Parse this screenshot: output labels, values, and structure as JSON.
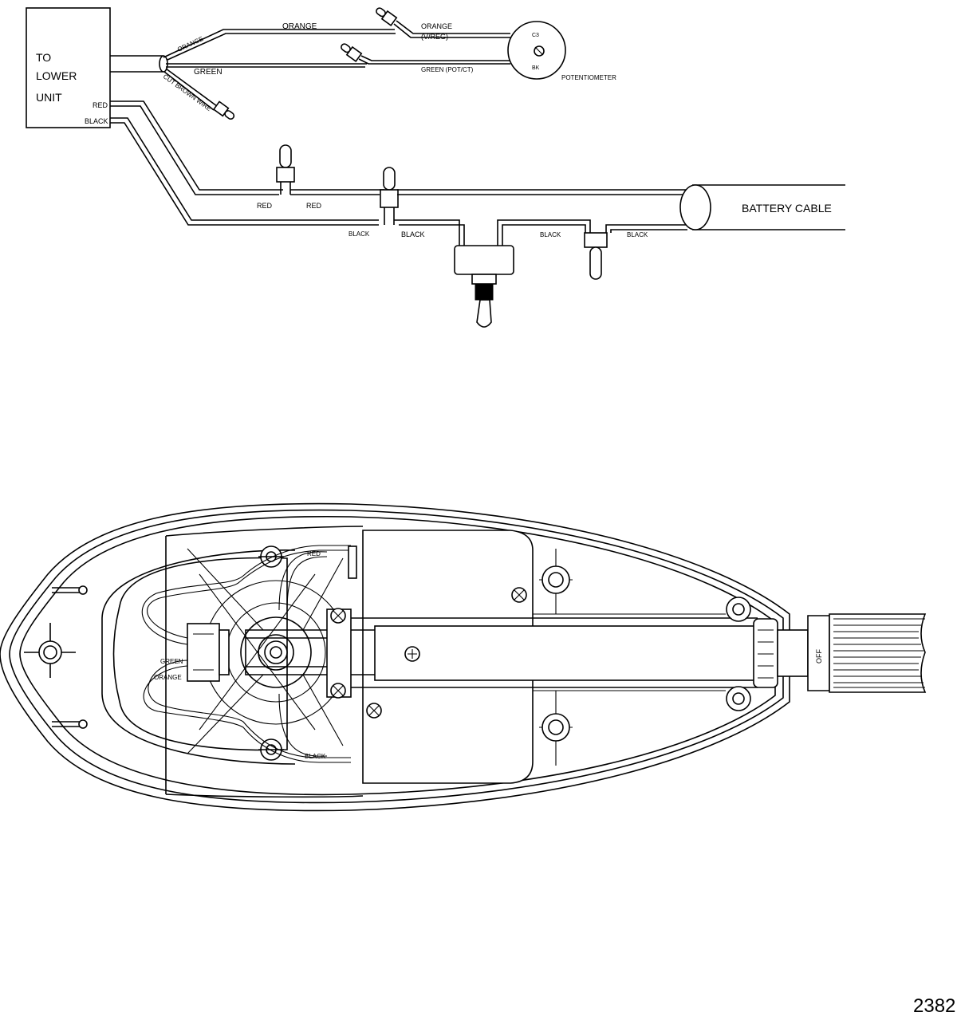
{
  "wiring": {
    "lower_unit_line1": "TO",
    "lower_unit_line2": "LOWER",
    "lower_unit_line3": "UNIT",
    "red_label": "RED",
    "black_label": "BLACK",
    "orange_diag": "ORANGE",
    "orange_top": "ORANGE",
    "orange_vreg_line1": "ORANGE",
    "orange_vreg_line2": "(V/REG)",
    "green_label": "GREEN",
    "green_potct": "GREEN (POT/CT)",
    "cut_brown": "CUT BROWN WIRE",
    "pot_c3": "C3",
    "pot_bk": "BK",
    "potentiometer": "POTENTIOMETER",
    "red_a": "RED",
    "red_b": "RED",
    "black_a": "BLACK",
    "black_b": "BLACK",
    "black_c": "BLACK",
    "black_d": "BLACK",
    "battery_cable": "BATTERY CABLE"
  },
  "head": {
    "red": "RED",
    "black": "BLACK",
    "green": "GREEN",
    "orange": "ORANGE",
    "off": "OFF"
  },
  "figure_number": "2382"
}
